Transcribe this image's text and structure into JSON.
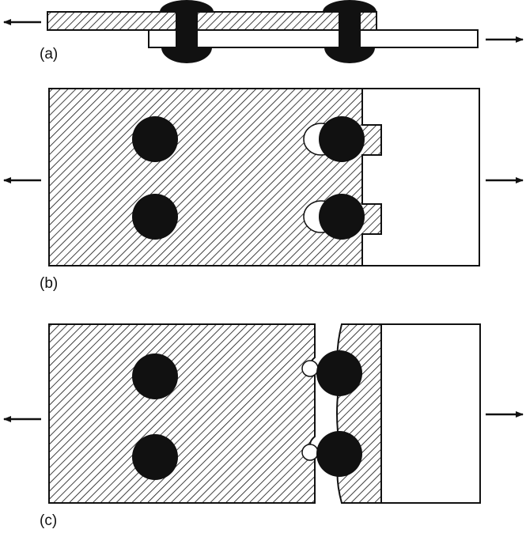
{
  "figure": {
    "panels": [
      {
        "label": "(a)"
      },
      {
        "label": "(b)"
      },
      {
        "label": "(c)"
      }
    ],
    "colors": {
      "ink": "#111111",
      "paper": "#ffffff"
    }
  }
}
